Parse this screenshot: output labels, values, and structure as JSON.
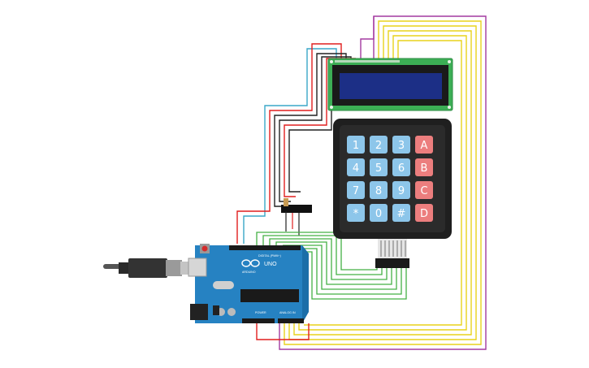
{
  "board": {
    "name": "UNO",
    "brand": "ARDUINO",
    "digital_label": "DIGITAL (PWM~)",
    "power_label": "POWER",
    "analog_label": "ANALOG IN"
  },
  "lcd": {
    "screen_color": "#1c2f86",
    "pcb_color": "#3cae55"
  },
  "keypad": {
    "rows": [
      [
        "1",
        "2",
        "3",
        "A"
      ],
      [
        "4",
        "5",
        "6",
        "B"
      ],
      [
        "7",
        "8",
        "9",
        "C"
      ],
      [
        "*",
        "0",
        "#",
        "D"
      ]
    ],
    "number_key_color": "#8dc6ea",
    "letter_key_color": "#ec7e7e"
  },
  "wire_colors": {
    "green": "#44b045",
    "yellow": "#e8d21c",
    "purple": "#a33aa0",
    "red": "#e01e1e",
    "black": "#222222",
    "cyan": "#3aa7c8"
  }
}
